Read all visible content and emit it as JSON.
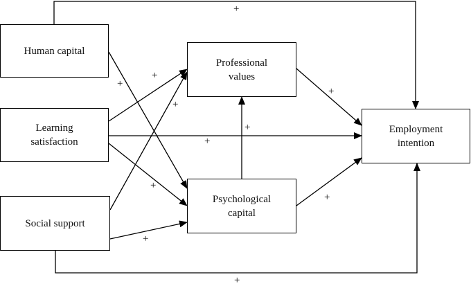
{
  "nodes": {
    "human_capital": {
      "line1": "Human capital"
    },
    "learning_satisfaction": {
      "line1": "Learning",
      "line2": "satisfaction"
    },
    "social_support": {
      "line1": "Social support"
    },
    "professional_values": {
      "line1": "Professional",
      "line2": "values"
    },
    "psychological_capital": {
      "line1": "Psychological",
      "line2": "capital"
    },
    "employment_intention": {
      "line1": "Employment",
      "line2": "intention"
    }
  },
  "edge_label": "+",
  "colors": {
    "stroke": "#000000",
    "text": "#111111"
  }
}
